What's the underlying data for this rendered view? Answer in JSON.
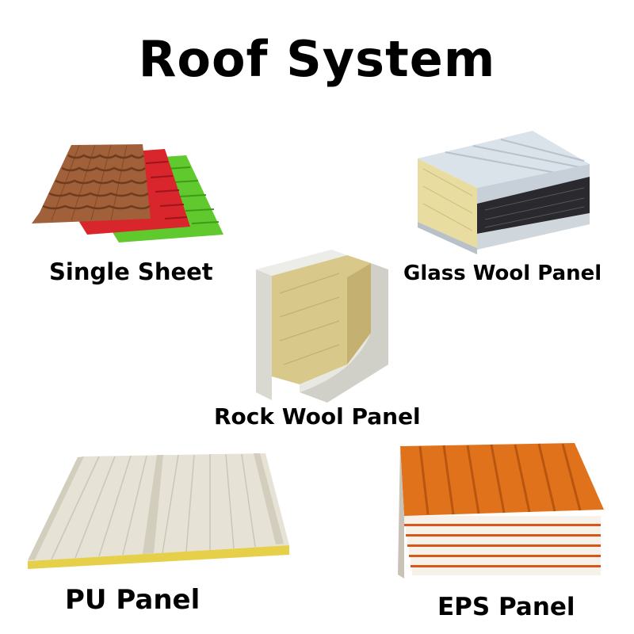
{
  "title": "Roof System",
  "products": {
    "single_sheet": {
      "label": "Single Sheet",
      "colors": [
        "#a0603a",
        "#d8262c",
        "#5fc92e"
      ]
    },
    "glass_wool": {
      "label": "Glass Wool Panel",
      "colors": [
        "#dbe3ea",
        "#e9dca0",
        "#2a2a2e"
      ]
    },
    "rock_wool": {
      "label": "Rock Wool Panel",
      "colors": [
        "#d9d9d2",
        "#d8c88a"
      ]
    },
    "pu": {
      "label": "PU Panel",
      "colors": [
        "#e6e2d5",
        "#e6d04a"
      ]
    },
    "eps": {
      "label": "EPS Panel",
      "colors": [
        "#e0721c",
        "#f6f2ea"
      ]
    }
  }
}
